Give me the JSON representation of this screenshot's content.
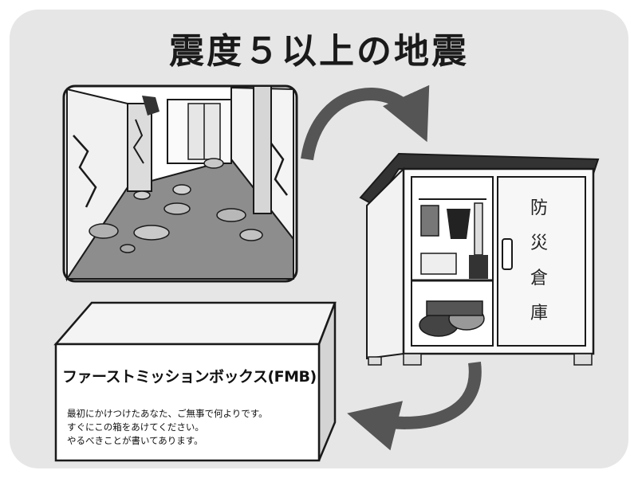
{
  "title": "震度５以上の地震",
  "box": {
    "title": "ファーストミッションボックス(FMB)",
    "lines": [
      "最初にかけつけたあなた、ご無事で何よりです。",
      "すぐにこの箱をあけてください。",
      "やるべきことが書いてあります。"
    ]
  },
  "shed_sign": [
    "防",
    "災",
    "倉",
    "庫"
  ],
  "colors": {
    "background_panel": "#e6e6e6",
    "line": "#1a1a1a",
    "arrow": "#555555"
  }
}
